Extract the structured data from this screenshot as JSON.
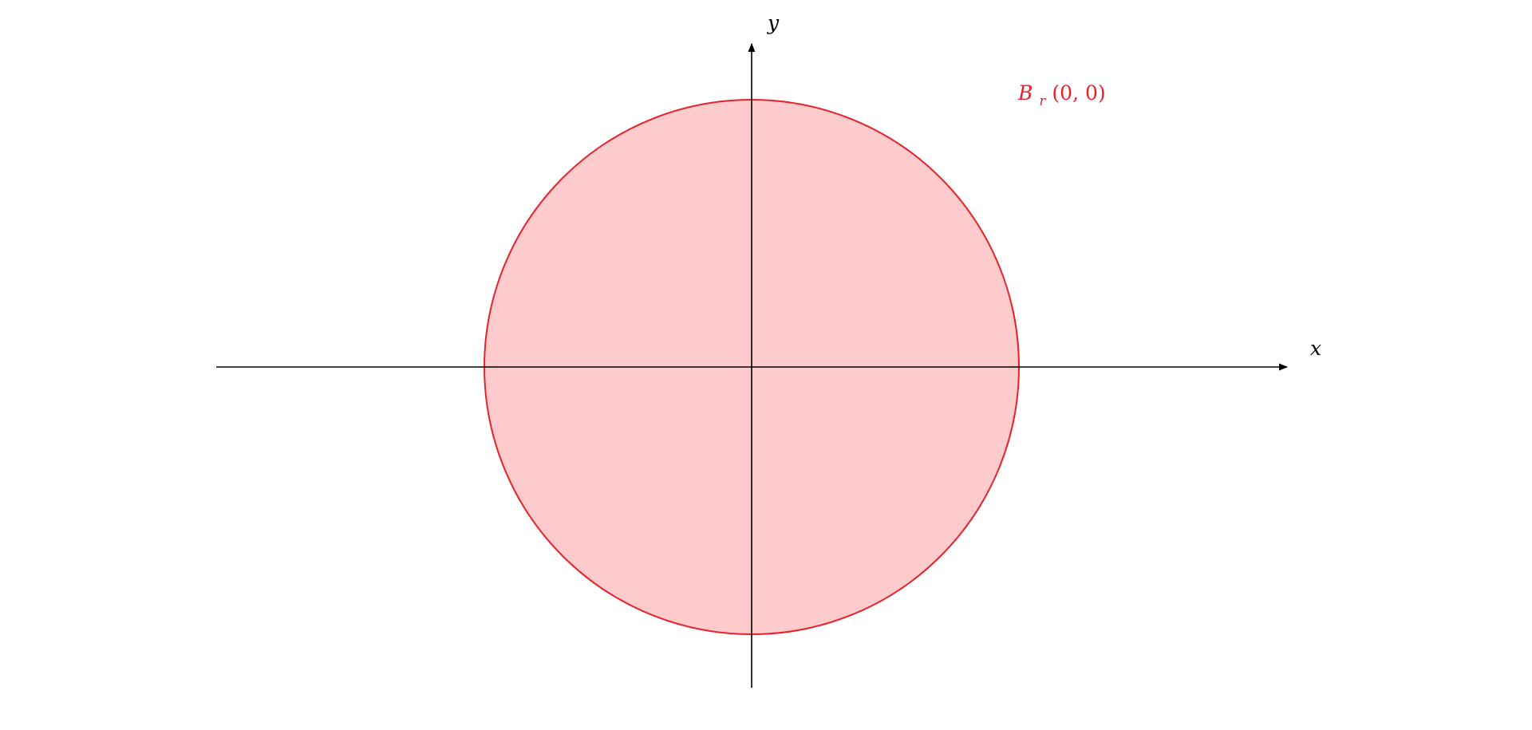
{
  "diagram": {
    "x_axis_label": "x",
    "y_axis_label": "y",
    "ball": {
      "label_main": "B",
      "label_subscript": "r",
      "label_args": "(0, 0)",
      "center": [
        0,
        0
      ],
      "fill_color": "#fdcbcb",
      "stroke_color": "#e8202a"
    },
    "axis_color": "#000000"
  }
}
